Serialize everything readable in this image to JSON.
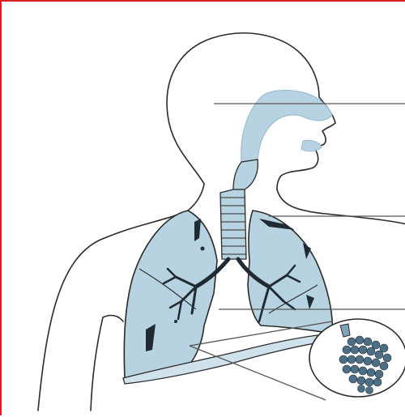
{
  "diagram": {
    "labels": [
      "",
      "",
      ""
    ],
    "colors": {
      "frame": "#d42020",
      "tissue": "#b7d3e2",
      "tissue_dark": "#8fb8cf",
      "outline": "#2a2a2a",
      "bronchi": "#1f2a33",
      "alveoli": "#4d6f86"
    },
    "parts": [
      "head-profile",
      "nasal-cavity",
      "trachea",
      "bronchi",
      "left-lung",
      "right-lung",
      "diaphragm",
      "alveoli-inset"
    ]
  }
}
